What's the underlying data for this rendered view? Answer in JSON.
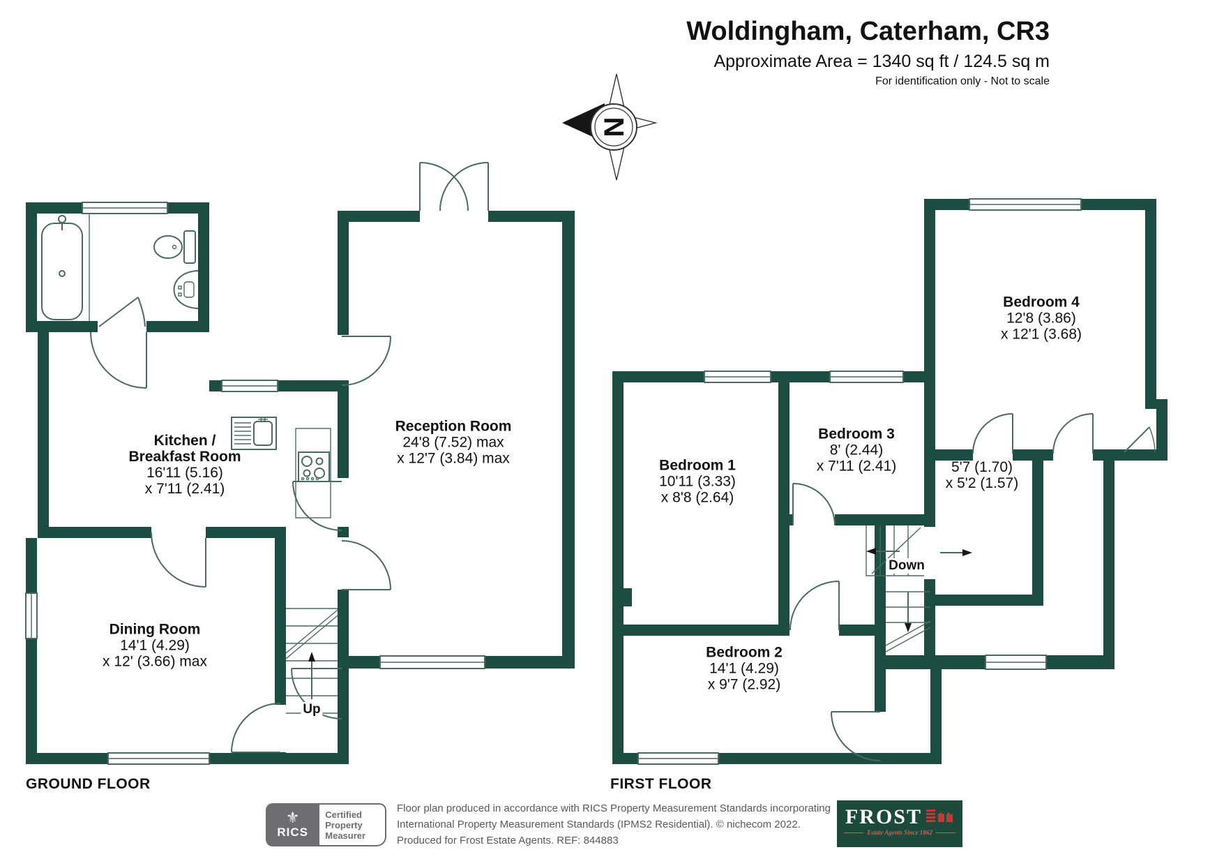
{
  "header": {
    "title": "Woldingham, Caterham, CR3",
    "area_line": "Approximate Area = 1340 sq ft / 124.5 sq m",
    "note": "For identification only - Not to scale"
  },
  "compass": {
    "north_label": "N"
  },
  "floors": [
    {
      "label": "GROUND FLOOR",
      "stair_label": "Up",
      "rooms": [
        {
          "name": "Kitchen /",
          "name2": "Breakfast Room",
          "dim1": "16'11 (5.16)",
          "dim2": "x 7'11 (2.41)"
        },
        {
          "name": "Reception Room",
          "name2": "",
          "dim1": "24'8 (7.52) max",
          "dim2": "x 12'7 (3.84) max"
        },
        {
          "name": "Dining Room",
          "name2": "",
          "dim1": "14'1 (4.29)",
          "dim2": "x 12' (3.66) max"
        }
      ]
    },
    {
      "label": "FIRST FLOOR",
      "stair_label": "Down",
      "rooms": [
        {
          "name": "Bedroom 1",
          "name2": "",
          "dim1": "10'11 (3.33)",
          "dim2": "x 8'8 (2.64)"
        },
        {
          "name": "Bedroom 3",
          "name2": "",
          "dim1": "8' (2.44)",
          "dim2": "x 7'11 (2.41)"
        },
        {
          "name": "Bedroom 4",
          "name2": "",
          "dim1": "12'8 (3.86)",
          "dim2": "x 12'1 (3.68)"
        },
        {
          "name": "",
          "name2": "",
          "dim1": "5'7 (1.70)",
          "dim2": "x 5'2 (1.57)"
        },
        {
          "name": "Bedroom 2",
          "name2": "",
          "dim1": "14'1 (4.29)",
          "dim2": "x 9'7 (2.92)"
        }
      ]
    }
  ],
  "footer": {
    "rics": {
      "brand": "RICS",
      "line1": "Certified",
      "line2": "Property",
      "line3": "Measurer"
    },
    "disclaimer_line1": "Floor plan produced in accordance with RICS Property Measurement Standards incorporating",
    "disclaimer_line2": "International Property Measurement Standards (IPMS2 Residential).  © nichecom 2022.",
    "disclaimer_line3": "Produced for Frost Estate Agents.   REF:  844883",
    "frost": {
      "brand": "FROST",
      "tagline": "Estate Agents Since 1862"
    }
  },
  "colors": {
    "wall": "#1d4d42",
    "line": "#4a6a60",
    "text": "#111111",
    "rics_gray": "#6d6e71",
    "frost_green": "#1c4a3d",
    "frost_red": "#c13b33",
    "frost_tag": "#c0655a"
  }
}
